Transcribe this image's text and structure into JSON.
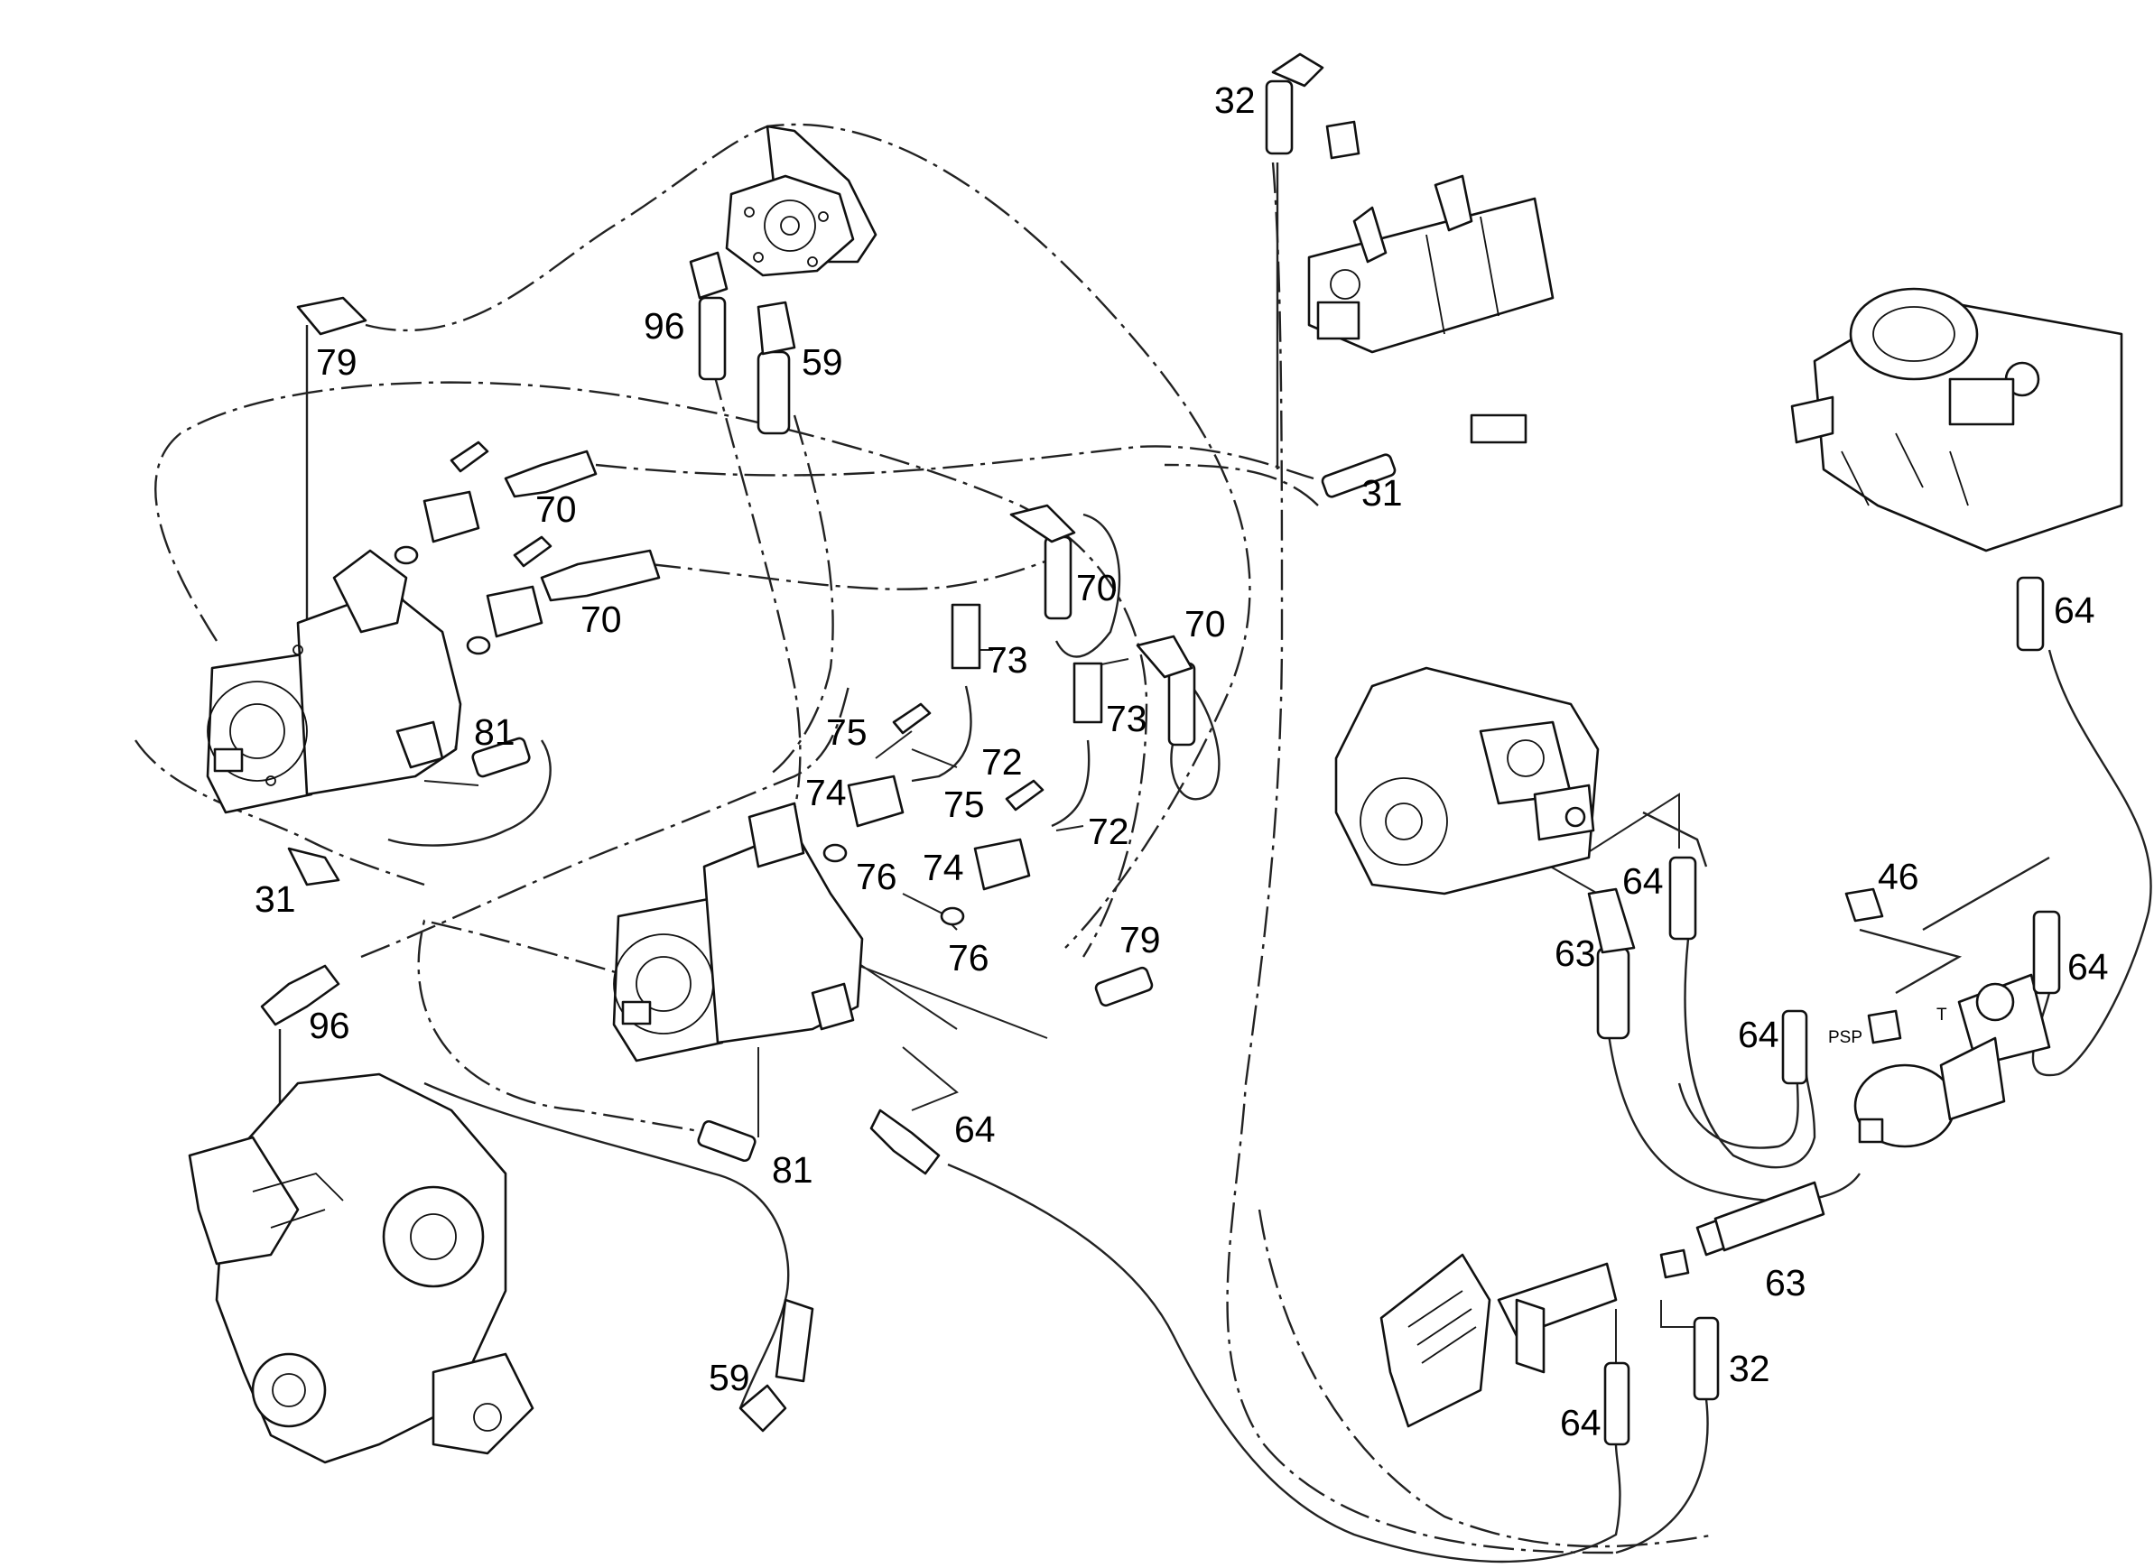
{
  "callouts": [
    {
      "label": "32"
    },
    {
      "label": "79"
    },
    {
      "label": "96"
    },
    {
      "label": "59"
    },
    {
      "label": "31"
    },
    {
      "label": "70"
    },
    {
      "label": "70"
    },
    {
      "label": "70"
    },
    {
      "label": "70"
    },
    {
      "label": "73"
    },
    {
      "label": "73"
    },
    {
      "label": "81"
    },
    {
      "label": "75"
    },
    {
      "label": "72"
    },
    {
      "label": "74"
    },
    {
      "label": "75"
    },
    {
      "label": "72"
    },
    {
      "label": "76"
    },
    {
      "label": "74"
    },
    {
      "label": "76"
    },
    {
      "label": "31"
    },
    {
      "label": "96"
    },
    {
      "label": "79"
    },
    {
      "label": "64"
    },
    {
      "label": "81"
    },
    {
      "label": "59"
    },
    {
      "label": "64"
    },
    {
      "label": "64"
    },
    {
      "label": "63"
    },
    {
      "label": "46"
    },
    {
      "label": "64"
    },
    {
      "label": "64"
    },
    {
      "label": "63"
    },
    {
      "label": "32"
    },
    {
      "label": "64"
    }
  ],
  "port_labels": {
    "psp": "PSP",
    "t": "T"
  }
}
